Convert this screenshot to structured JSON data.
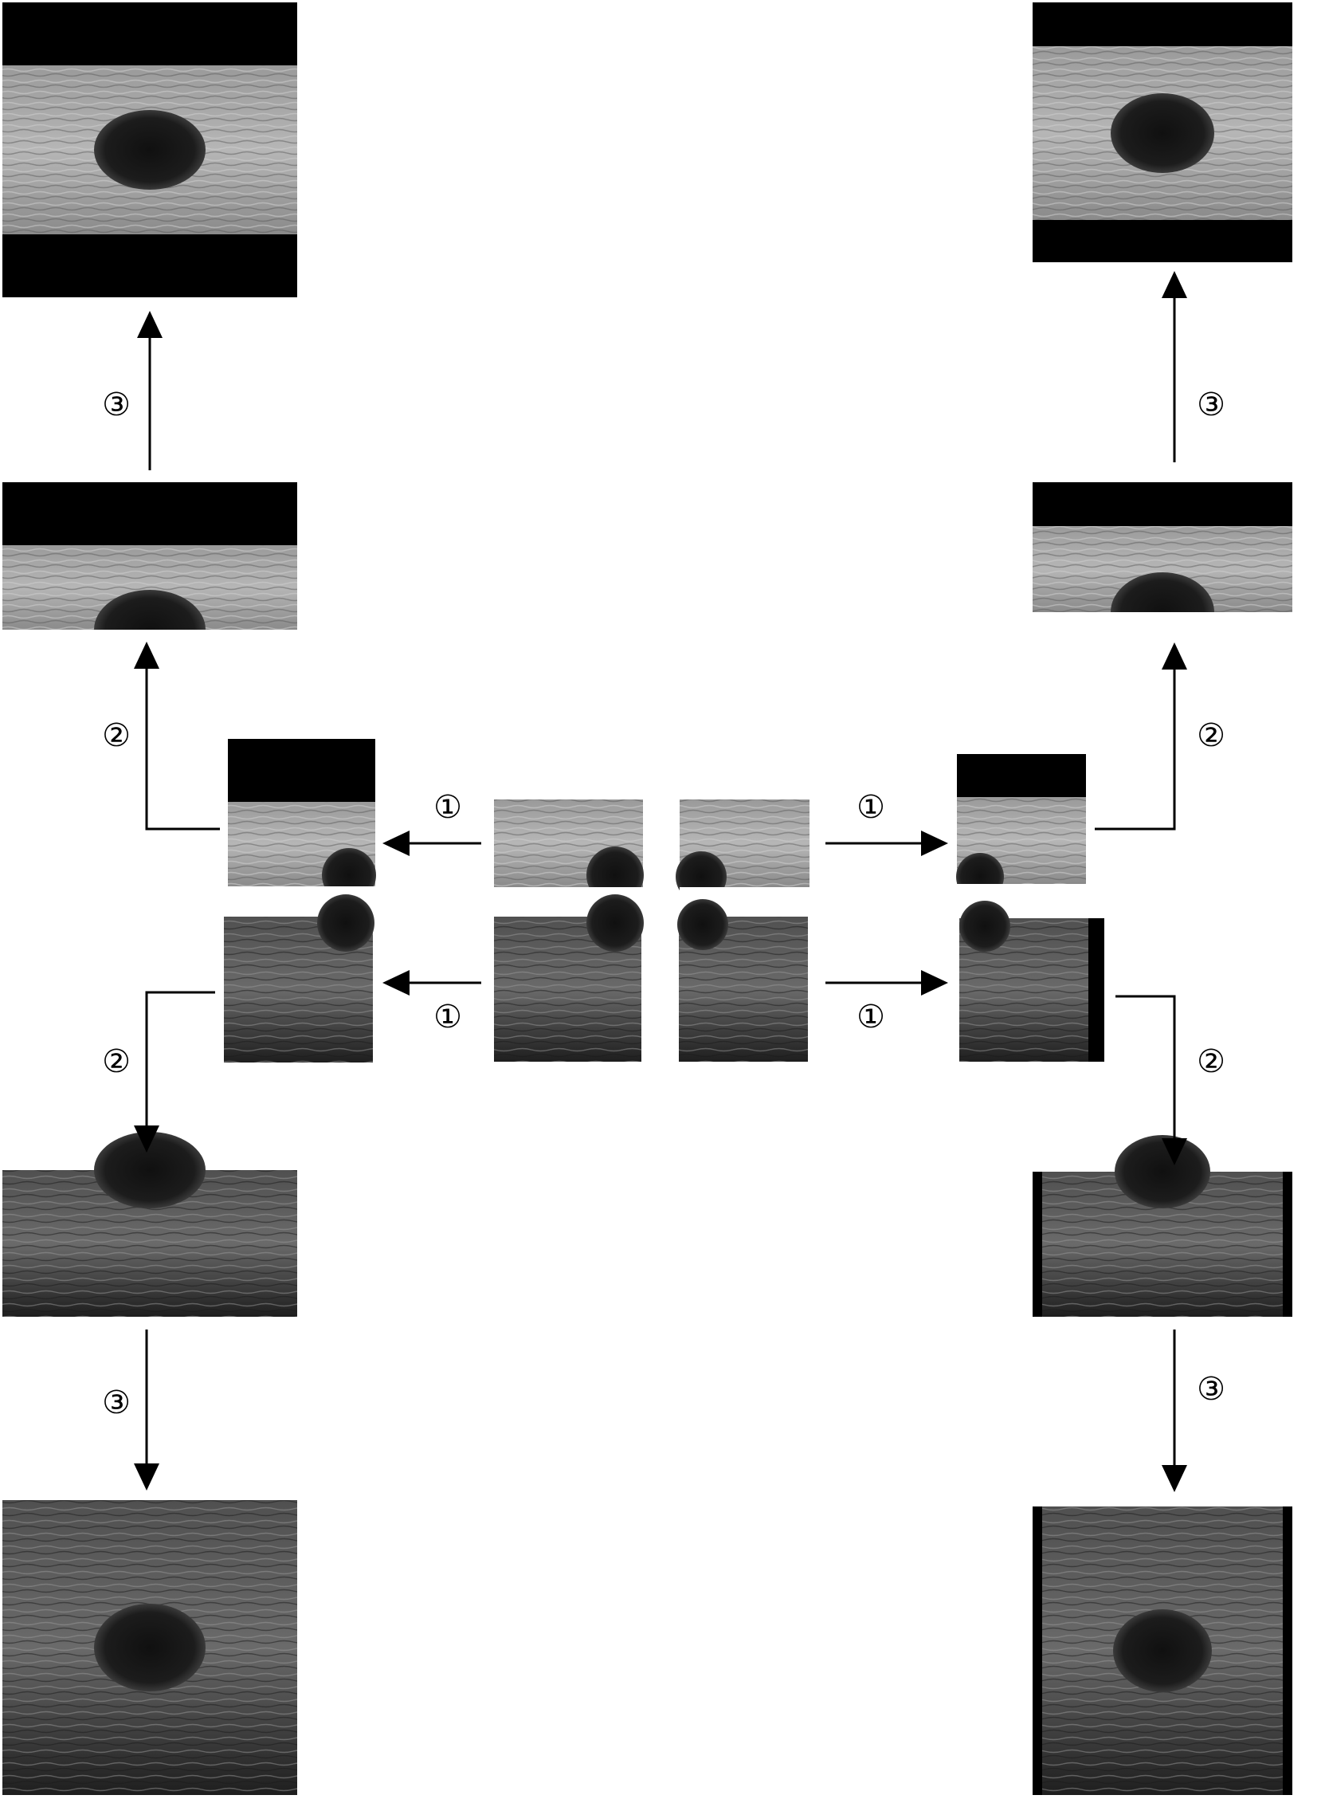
{
  "steps": {
    "one": "①",
    "two": "②",
    "three": "③"
  },
  "colors": {
    "background": "#ffffff",
    "line": "#000000",
    "pad": "#000000",
    "tissue_light": "#a8a8a8",
    "tissue_mid": "#7a7a7a",
    "tissue_dark": "#2a2a2a",
    "lesion": "#151515"
  }
}
